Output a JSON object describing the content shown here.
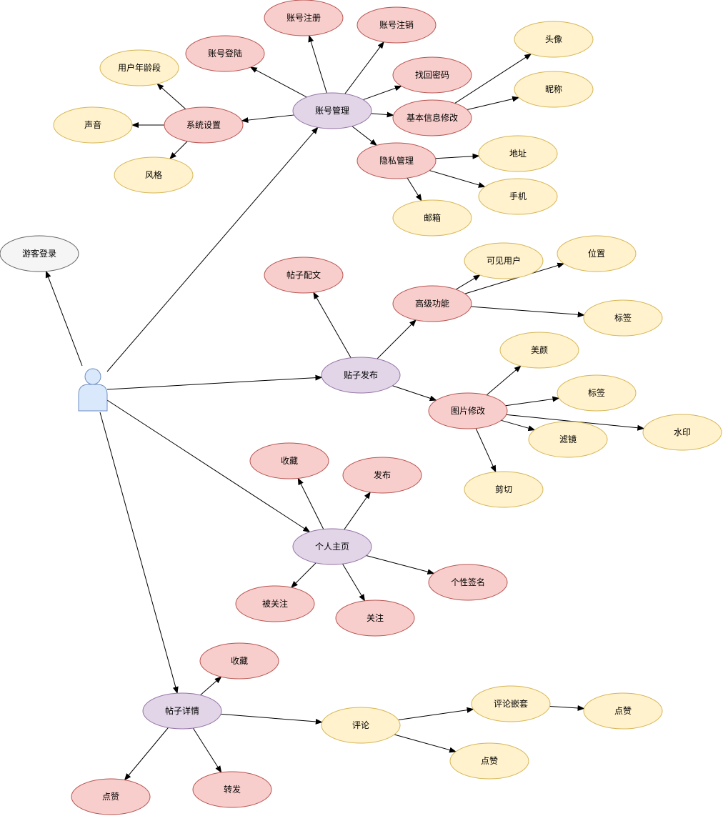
{
  "colors": {
    "purple_fill": "#e1d5e7",
    "purple_stroke": "#9673a6",
    "red_fill": "#f8cecc",
    "red_stroke": "#b85450",
    "yellow_fill": "#fff2cc",
    "yellow_stroke": "#d6b656",
    "grey_fill": "#f5f5f5",
    "grey_stroke": "#666666",
    "actor_fill": "#dae8fc",
    "actor_stroke": "#6c8ebf",
    "edge": "#000000"
  },
  "diagram": {
    "actor_icon": "user-icon",
    "nodes": [
      {
        "id": "guest_login",
        "label": "游客登录",
        "style": "grey"
      },
      {
        "id": "account_mgmt",
        "label": "账号管理",
        "style": "purple"
      },
      {
        "id": "account_register",
        "label": "账号注册",
        "style": "red"
      },
      {
        "id": "account_cancel",
        "label": "账号注销",
        "style": "red"
      },
      {
        "id": "account_login",
        "label": "账号登陆",
        "style": "red"
      },
      {
        "id": "find_password",
        "label": "找回密码",
        "style": "red"
      },
      {
        "id": "basic_info",
        "label": "基本信息修改",
        "style": "red"
      },
      {
        "id": "avatar",
        "label": "头像",
        "style": "yellow"
      },
      {
        "id": "nickname",
        "label": "昵称",
        "style": "yellow"
      },
      {
        "id": "privacy",
        "label": "隐私管理",
        "style": "red"
      },
      {
        "id": "address",
        "label": "地址",
        "style": "yellow"
      },
      {
        "id": "phone",
        "label": "手机",
        "style": "yellow"
      },
      {
        "id": "email",
        "label": "邮箱",
        "style": "yellow"
      },
      {
        "id": "system_settings",
        "label": "系统设置",
        "style": "red"
      },
      {
        "id": "age_group",
        "label": "用户年龄段",
        "style": "yellow"
      },
      {
        "id": "sound",
        "label": "声音",
        "style": "yellow"
      },
      {
        "id": "theme_style",
        "label": "风格",
        "style": "yellow"
      },
      {
        "id": "post_publish",
        "label": "贴子发布",
        "style": "purple"
      },
      {
        "id": "post_text",
        "label": "帖子配文",
        "style": "red"
      },
      {
        "id": "advanced",
        "label": "高级功能",
        "style": "red"
      },
      {
        "id": "visible_users",
        "label": "可见用户",
        "style": "yellow"
      },
      {
        "id": "location",
        "label": "位置",
        "style": "yellow"
      },
      {
        "id": "tag_adv",
        "label": "标签",
        "style": "yellow"
      },
      {
        "id": "image_edit",
        "label": "图片修改",
        "style": "red"
      },
      {
        "id": "beauty",
        "label": "美颜",
        "style": "yellow"
      },
      {
        "id": "tag_img",
        "label": "标签",
        "style": "yellow"
      },
      {
        "id": "filter",
        "label": "滤镜",
        "style": "yellow"
      },
      {
        "id": "watermark",
        "label": "水印",
        "style": "yellow"
      },
      {
        "id": "crop",
        "label": "剪切",
        "style": "yellow"
      },
      {
        "id": "home_page",
        "label": "个人主页",
        "style": "purple"
      },
      {
        "id": "favorites_home",
        "label": "收藏",
        "style": "red"
      },
      {
        "id": "published",
        "label": "发布",
        "style": "red"
      },
      {
        "id": "signature",
        "label": "个性签名",
        "style": "red"
      },
      {
        "id": "followers",
        "label": "被关注",
        "style": "red"
      },
      {
        "id": "following",
        "label": "关注",
        "style": "red"
      },
      {
        "id": "post_detail",
        "label": "帖子详情",
        "style": "purple"
      },
      {
        "id": "favorite_post",
        "label": "收藏",
        "style": "red"
      },
      {
        "id": "comment",
        "label": "评论",
        "style": "yellow"
      },
      {
        "id": "nested_comment",
        "label": "评论嵌套",
        "style": "yellow"
      },
      {
        "id": "like_nested",
        "label": "点赞",
        "style": "yellow"
      },
      {
        "id": "like_comment",
        "label": "点赞",
        "style": "yellow"
      },
      {
        "id": "like_post",
        "label": "点赞",
        "style": "red"
      },
      {
        "id": "forward",
        "label": "转发",
        "style": "red"
      }
    ],
    "edges": [
      [
        "actor",
        "guest_login"
      ],
      [
        "actor",
        "account_mgmt"
      ],
      [
        "actor",
        "post_publish"
      ],
      [
        "actor",
        "home_page"
      ],
      [
        "actor",
        "post_detail"
      ],
      [
        "account_mgmt",
        "account_register"
      ],
      [
        "account_mgmt",
        "account_cancel"
      ],
      [
        "account_mgmt",
        "account_login"
      ],
      [
        "account_mgmt",
        "find_password"
      ],
      [
        "account_mgmt",
        "basic_info"
      ],
      [
        "account_mgmt",
        "privacy"
      ],
      [
        "account_mgmt",
        "system_settings"
      ],
      [
        "basic_info",
        "avatar"
      ],
      [
        "basic_info",
        "nickname"
      ],
      [
        "privacy",
        "address"
      ],
      [
        "privacy",
        "phone"
      ],
      [
        "privacy",
        "email"
      ],
      [
        "system_settings",
        "age_group"
      ],
      [
        "system_settings",
        "sound"
      ],
      [
        "system_settings",
        "theme_style"
      ],
      [
        "post_publish",
        "post_text"
      ],
      [
        "post_publish",
        "advanced"
      ],
      [
        "post_publish",
        "image_edit"
      ],
      [
        "advanced",
        "visible_users"
      ],
      [
        "advanced",
        "location"
      ],
      [
        "advanced",
        "tag_adv"
      ],
      [
        "image_edit",
        "beauty"
      ],
      [
        "image_edit",
        "tag_img"
      ],
      [
        "image_edit",
        "filter"
      ],
      [
        "image_edit",
        "watermark"
      ],
      [
        "image_edit",
        "crop"
      ],
      [
        "home_page",
        "favorites_home"
      ],
      [
        "home_page",
        "published"
      ],
      [
        "home_page",
        "signature"
      ],
      [
        "home_page",
        "followers"
      ],
      [
        "home_page",
        "following"
      ],
      [
        "post_detail",
        "favorite_post"
      ],
      [
        "post_detail",
        "comment"
      ],
      [
        "post_detail",
        "like_post"
      ],
      [
        "post_detail",
        "forward"
      ],
      [
        "comment",
        "nested_comment"
      ],
      [
        "comment",
        "like_comment"
      ],
      [
        "nested_comment",
        "like_nested"
      ]
    ]
  }
}
